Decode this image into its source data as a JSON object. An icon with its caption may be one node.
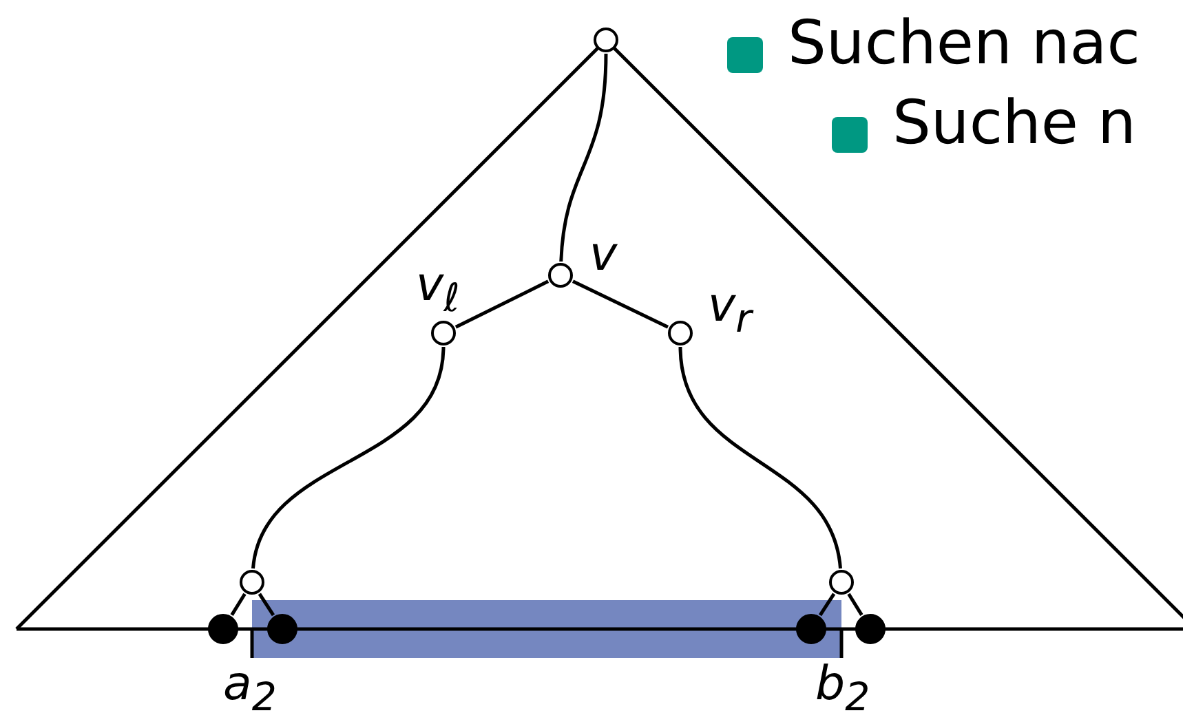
{
  "diagram": {
    "nodes": [
      {
        "text": [],
        "shape": "circle"
      },
      {
        "text": [],
        "shape": "circle",
        "beside": [
          "v"
        ]
      },
      {
        "text": [],
        "shape": "circle",
        "beside": [
          "v$_{ℓ}$"
        ]
      },
      {
        "text": [],
        "shape": "circle",
        "beside": [
          "v$_{r}$"
        ]
      },
      {
        "text": [],
        "shape": "circle"
      },
      {
        "text": [],
        "shape": "circle"
      },
      {
        "text": [],
        "shape": "dot"
      },
      {
        "text": [],
        "shape": "dot"
      },
      {
        "text": [],
        "shape": "dot"
      },
      {
        "text": [],
        "shape": "dot"
      }
    ],
    "edges": [
      {
        "from": 0,
        "to": 1,
        "arrow": "none"
      },
      {
        "from": 1,
        "to": 2,
        "arrow": "none"
      },
      {
        "from": 1,
        "to": 3,
        "arrow": "none"
      },
      {
        "from": 2,
        "to": 4,
        "arrow": "none"
      },
      {
        "from": 3,
        "to": 5,
        "arrow": "none"
      },
      {
        "from": 4,
        "to": 6,
        "arrow": "none"
      },
      {
        "from": 4,
        "to": 7,
        "arrow": "none"
      },
      {
        "from": 5,
        "to": 8,
        "arrow": "none"
      },
      {
        "from": 5,
        "to": 9,
        "arrow": "none"
      }
    ],
    "labels": [
      "Suchen nac",
      "Suche n",
      "a$_{2}$",
      "b$_{2}$"
    ]
  }
}
